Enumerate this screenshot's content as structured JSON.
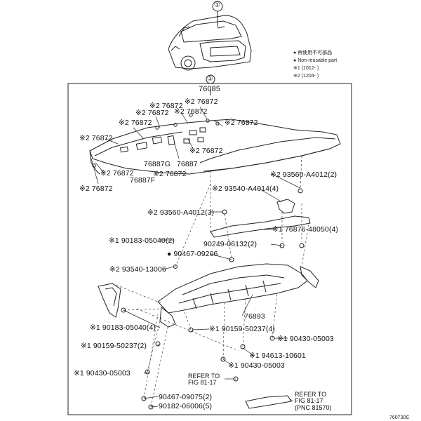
{
  "header": {
    "callout_top": "①",
    "callout_frame": "①",
    "assembly_number": "76085"
  },
  "legend": {
    "items": [
      {
        "mark": "●",
        "text": "再使用不可部品"
      },
      {
        "mark": "●",
        "text": "Non-reusable part"
      },
      {
        "mark": "※1",
        "text": "(1012-      )"
      },
      {
        "mark": "※2",
        "text": "(1204-      )"
      }
    ]
  },
  "parts": [
    {
      "id": "p1",
      "text": "※2 76872"
    },
    {
      "id": "p2",
      "text": "※2 76872"
    },
    {
      "id": "p3",
      "text": "※2 76872"
    },
    {
      "id": "p4",
      "text": "※2 76872"
    },
    {
      "id": "p5",
      "text": "※2 76872"
    },
    {
      "id": "p6",
      "text": "※2 76872"
    },
    {
      "id": "p7",
      "text": "※2 76872"
    },
    {
      "id": "p8",
      "text": "※2 76872"
    },
    {
      "id": "p9",
      "text": "※2 76872"
    },
    {
      "id": "p10",
      "text": "76887G"
    },
    {
      "id": "p11",
      "text": "76887"
    },
    {
      "id": "p12",
      "text": "※2 76872"
    },
    {
      "id": "p13",
      "text": "76887F"
    },
    {
      "id": "p14",
      "text": "※2 76872"
    },
    {
      "id": "p15",
      "text": "※2 93560-A4012(2)"
    },
    {
      "id": "p16",
      "text": "※2 93540-A4014(4)"
    },
    {
      "id": "p17",
      "text": "※2 93560-A4012(3)"
    },
    {
      "id": "p18",
      "text": "※1 76876-48050(4)"
    },
    {
      "id": "p19",
      "text": "※1 90183-05040(2)"
    },
    {
      "id": "p20",
      "text": "90249-06132(2)"
    },
    {
      "id": "p21",
      "text": "● 90467-09206"
    },
    {
      "id": "p22",
      "text": "※2 93540-13006"
    },
    {
      "id": "p23",
      "text": "76893"
    },
    {
      "id": "p24",
      "text": "※1 90183-05040(4)"
    },
    {
      "id": "p25",
      "text": "※1 90159-50237(4)"
    },
    {
      "id": "p26",
      "text": "※1 90430-05003"
    },
    {
      "id": "p27",
      "text": "※1 90159-50237(2)"
    },
    {
      "id": "p28",
      "text": "※1 94613-10601"
    },
    {
      "id": "p29",
      "text": "※1 90430-05003"
    },
    {
      "id": "p30",
      "text": "※1 90430-05003"
    },
    {
      "id": "p31",
      "text": "90467-09075(2)"
    },
    {
      "id": "p32",
      "text": "90182-06006(5)"
    }
  ],
  "references": [
    {
      "id": "r1",
      "text": "REFER TO\nFIG 81-17"
    },
    {
      "id": "r2",
      "text": "REFER TO\nFIG 81-17\n(PNC 81570)"
    }
  ],
  "footer": {
    "drawing_code": "760730C"
  }
}
